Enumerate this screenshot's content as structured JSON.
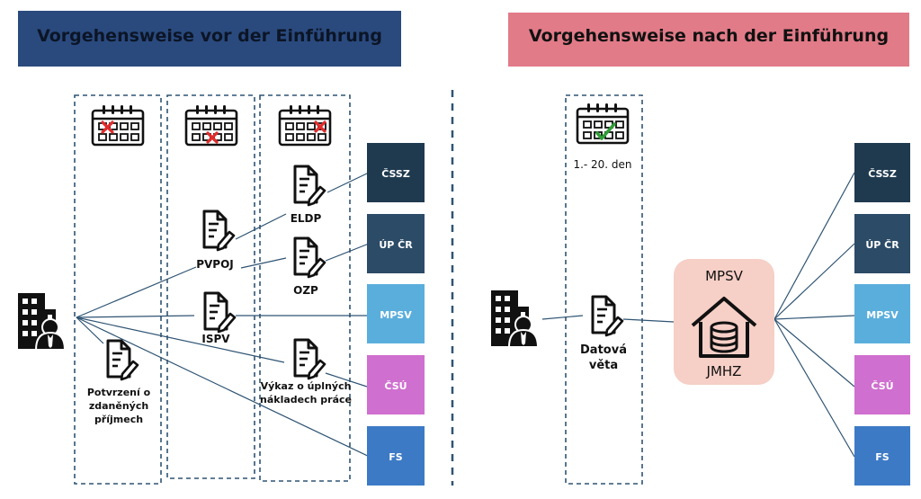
{
  "left_header": {
    "title": "Vorgehensweise vor der Einführung",
    "color": "#2a4a7e"
  },
  "right_header": {
    "title": "Vorgehensweise nach der Einführung",
    "color": "#e27b88"
  },
  "left_docs": {
    "potvrzeni": [
      "Potvrzení o",
      "zdaněných",
      "příjmech"
    ],
    "pvpoj": "PVPOJ",
    "ispv": "ISPV",
    "eldp": "ELDP",
    "ozp": "OZP",
    "vykaz": [
      "Výkaz o úplných",
      "nákladech práce"
    ]
  },
  "right_docs": {
    "deadline": "1.- 20. den",
    "datova": [
      "Datová",
      "věta"
    ]
  },
  "mpsv_hub": {
    "top": "MPSV",
    "bottom": "JMHZ",
    "color": "#f6cfc6"
  },
  "agencies": [
    {
      "label": "ČSSZ",
      "color": "#1f3a4f"
    },
    {
      "label": "ÚP ČR",
      "color": "#2c4b66"
    },
    {
      "label": "MPSV",
      "color": "#5aaedc"
    },
    {
      "label": "ČSÚ",
      "color": "#cf6fcf"
    },
    {
      "label": "FS",
      "color": "#3d7ac6"
    }
  ]
}
